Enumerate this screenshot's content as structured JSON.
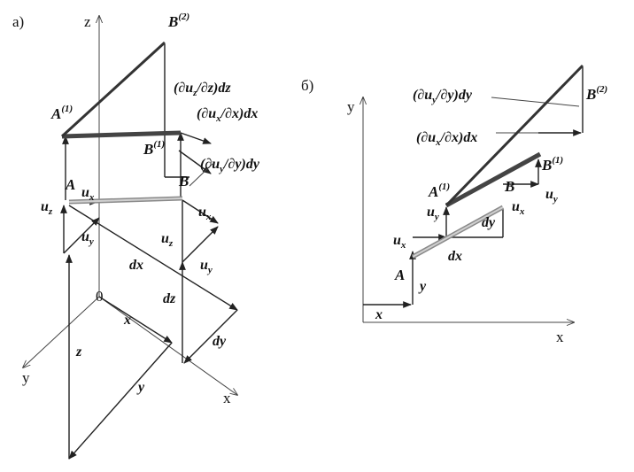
{
  "panel_a": {
    "tag": "а)",
    "axis_z": "z",
    "axis_y": "y",
    "axis_x": "x",
    "origin": "0",
    "B2": {
      "base": "B",
      "sup": "(2)"
    },
    "A1": {
      "base": "A",
      "sup": "(1)"
    },
    "B1": {
      "base": "B",
      "sup": "(1)"
    },
    "A": "A",
    "B": "B",
    "duz": {
      "pre": "(∂u",
      "sub1": "z",
      "mid": "/∂z)dz"
    },
    "dux": {
      "pre": "(∂u",
      "sub1": "x",
      "mid": "/∂x)dx"
    },
    "duy": {
      "pre": "(∂u",
      "sub1": "y",
      "mid": "/∂y)dy"
    },
    "ux_top": {
      "base": "u",
      "sub": "x"
    },
    "uz_left": {
      "base": "u",
      "sub": "z"
    },
    "uy_left": {
      "base": "u",
      "sub": "y"
    },
    "ux_right": {
      "base": "u",
      "sub": "x"
    },
    "uz_right": {
      "base": "u",
      "sub": "z"
    },
    "uy_right": {
      "base": "u",
      "sub": "y"
    },
    "dx": "dx",
    "dz": "dz",
    "dy": "dy",
    "x": "x",
    "z": "z",
    "y": "y"
  },
  "panel_b": {
    "tag": "б)",
    "axis_y": "y",
    "axis_x": "x",
    "duy": {
      "pre": "(∂u",
      "sub1": "y",
      "mid": "/∂y)dy"
    },
    "dux": {
      "pre": "(∂u",
      "sub1": "x",
      "mid": "/∂x)dx"
    },
    "B2": {
      "base": "B",
      "sup": "(2)"
    },
    "B1": {
      "base": "B",
      "sup": "(1)"
    },
    "A1": {
      "base": "A",
      "sup": "(1)"
    },
    "B": "B",
    "A": "A",
    "uy_right": {
      "base": "u",
      "sub": "y"
    },
    "uy_left": {
      "base": "u",
      "sub": "y"
    },
    "ux_right": {
      "base": "u",
      "sub": "x"
    },
    "ux_left": {
      "base": "u",
      "sub": "x"
    },
    "dy": "dy",
    "dx": "dx",
    "x": "x",
    "y": "y"
  },
  "colors": {
    "line": "#222222",
    "segment_dark": "#555555",
    "segment_light": "#aaaaaa"
  }
}
